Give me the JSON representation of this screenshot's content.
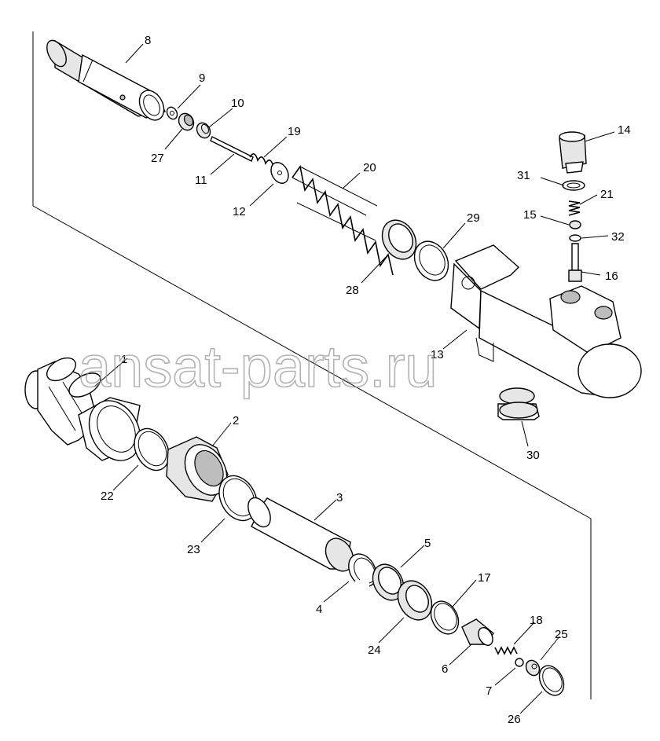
{
  "diagram": {
    "watermark": "ansat-parts.ru",
    "callouts": [
      {
        "id": "1",
        "text": "1"
      },
      {
        "id": "2",
        "text": "2"
      },
      {
        "id": "3",
        "text": "3"
      },
      {
        "id": "4",
        "text": "4"
      },
      {
        "id": "5",
        "text": "5"
      },
      {
        "id": "6",
        "text": "6"
      },
      {
        "id": "7",
        "text": "7"
      },
      {
        "id": "8",
        "text": "8"
      },
      {
        "id": "9",
        "text": "9"
      },
      {
        "id": "10",
        "text": "10"
      },
      {
        "id": "11",
        "text": "11"
      },
      {
        "id": "12",
        "text": "12"
      },
      {
        "id": "13",
        "text": "13"
      },
      {
        "id": "14",
        "text": "14"
      },
      {
        "id": "15",
        "text": "15"
      },
      {
        "id": "16",
        "text": "16"
      },
      {
        "id": "17",
        "text": "17"
      },
      {
        "id": "18",
        "text": "18"
      },
      {
        "id": "19",
        "text": "19"
      },
      {
        "id": "20",
        "text": "20"
      },
      {
        "id": "21",
        "text": "21"
      },
      {
        "id": "22",
        "text": "22"
      },
      {
        "id": "23",
        "text": "23"
      },
      {
        "id": "24",
        "text": "24"
      },
      {
        "id": "25",
        "text": "25"
      },
      {
        "id": "26",
        "text": "26"
      },
      {
        "id": "27",
        "text": "27"
      },
      {
        "id": "28",
        "text": "28"
      },
      {
        "id": "29",
        "text": "29"
      },
      {
        "id": "30",
        "text": "30"
      },
      {
        "id": "31",
        "text": "31"
      },
      {
        "id": "32",
        "text": "32"
      }
    ]
  }
}
